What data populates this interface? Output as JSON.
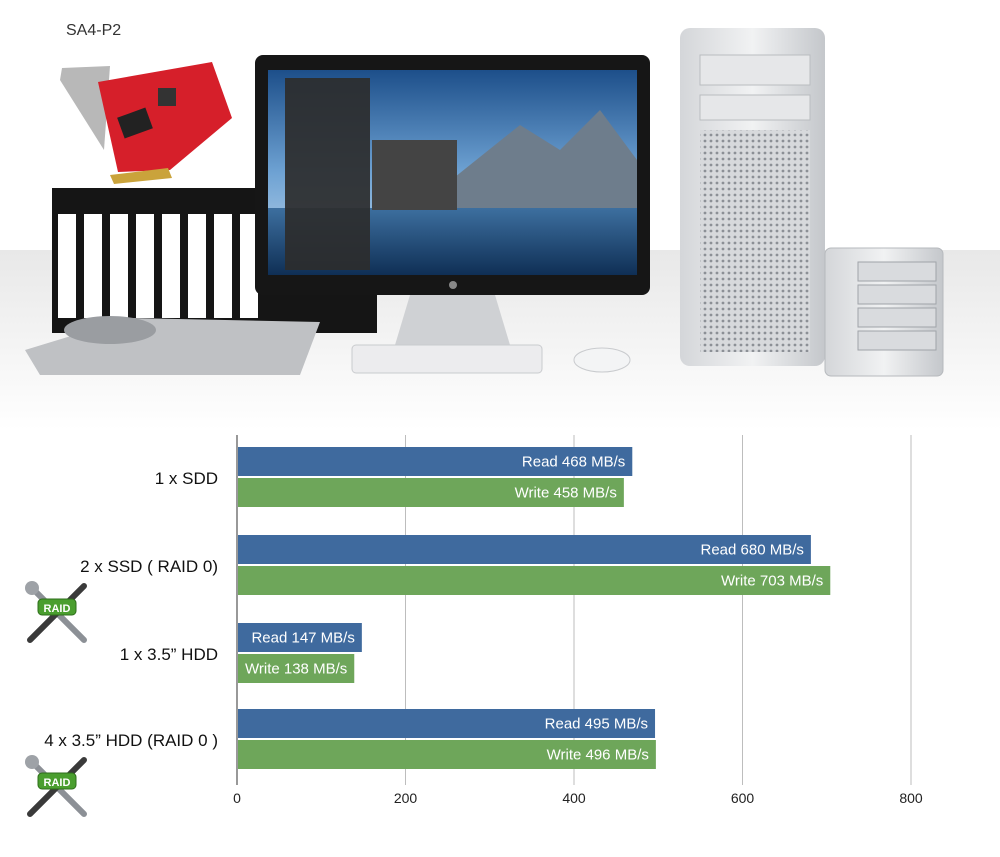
{
  "product_label": "SA4-P2",
  "colors": {
    "read": "#3F6A9E",
    "write": "#6EA65A",
    "grid": "#bdbdbd"
  },
  "icons": [
    "raid-tools-icon"
  ],
  "chart_data": {
    "type": "bar",
    "orientation": "horizontal",
    "title": "",
    "xlabel": "",
    "ylabel": "",
    "xlim": [
      0,
      800
    ],
    "xticks": [
      0,
      200,
      400,
      600,
      800
    ],
    "grid": true,
    "categories": [
      "1 x SDD",
      "2 x SSD ( RAID 0)",
      "1 x 3.5” HDD",
      "4 x 3.5” HDD (RAID 0 )"
    ],
    "raid_badge": [
      false,
      true,
      false,
      true
    ],
    "raid_badge_text": "RAID",
    "series": [
      {
        "key": "read",
        "values": [
          468,
          680,
          147,
          495
        ],
        "labels": [
          "Read 468 MB/s",
          "Read 680 MB/s",
          "Read 147 MB/s",
          "Read 495 MB/s"
        ]
      },
      {
        "key": "write",
        "values": [
          458,
          703,
          138,
          496
        ],
        "labels": [
          "Write 458 MB/s",
          "Write 703 MB/s",
          "Write 138 MB/s",
          "Write 496 MB/s"
        ]
      }
    ]
  }
}
